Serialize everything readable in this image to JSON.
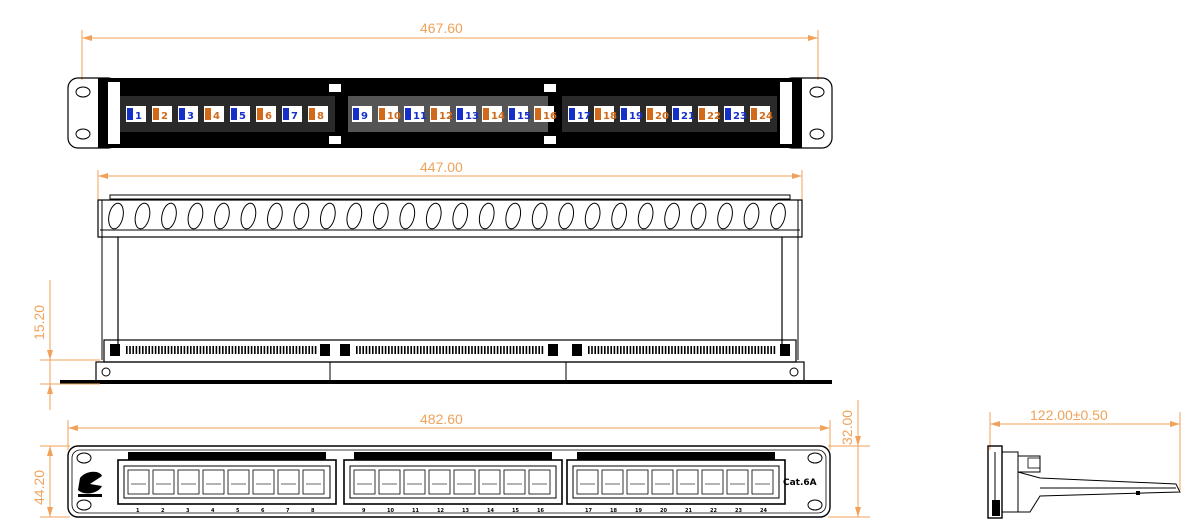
{
  "dimensions": {
    "top_width": "467.60",
    "inner_width": "447.00",
    "left_depth": "15.20",
    "panel_width": "482.60",
    "panel_height": "44.20",
    "panel_depth": "32.00",
    "side_depth": "122.00±0.50"
  },
  "panel_label": "Cat.6A",
  "top_view": {
    "ports": [
      "1",
      "2",
      "3",
      "4",
      "5",
      "6",
      "7",
      "8",
      "9",
      "10",
      "11",
      "12",
      "13",
      "14",
      "15",
      "16",
      "17",
      "18",
      "19",
      "20",
      "21",
      "22",
      "23",
      "24"
    ]
  },
  "front_view": {
    "port_numbers": [
      "1",
      "2",
      "3",
      "4",
      "5",
      "6",
      "7",
      "8",
      "9",
      "10",
      "11",
      "12",
      "13",
      "14",
      "15",
      "16",
      "17",
      "18",
      "19",
      "20",
      "21",
      "22",
      "23",
      "24"
    ]
  },
  "colors": {
    "dimension": "#f0a25a",
    "line": "#000000",
    "port_blue": "#1430c8",
    "port_orange": "#d06a1a",
    "module_gray": "#555555"
  }
}
